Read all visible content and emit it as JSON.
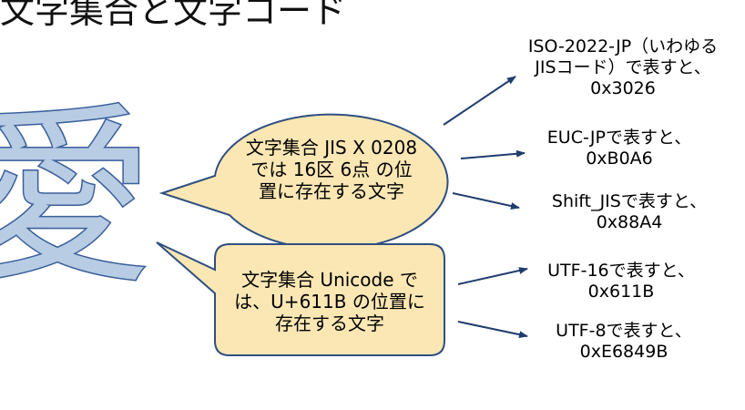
{
  "title": "文字集合と文字コード",
  "character": "愛",
  "colors": {
    "character_fill": "#b8cce4",
    "character_stroke": "#3a5f9a",
    "bubble_fill": "#fbe7b4",
    "bubble_stroke": "#2f4f7f",
    "arrow": "#1f3c6e"
  },
  "bubbles": [
    {
      "lines": [
        "文字集合 JIS X 0208",
        "では 16区 6点 の位",
        "置に存在する文字"
      ]
    },
    {
      "lines": [
        "文字集合 Unicode で",
        "は、U+611B の位置に",
        "存在する文字"
      ]
    }
  ],
  "encodings": [
    {
      "lines": [
        "ISO-2022-JP（いわゆる",
        "JISコード）で表すと、",
        "0x3026"
      ]
    },
    {
      "lines": [
        "EUC-JPで表すと、",
        "0xB0A6"
      ]
    },
    {
      "lines": [
        "Shift_JISで表すと、",
        "0x88A4"
      ]
    },
    {
      "lines": [
        "UTF-16で表すと、",
        "0x611B"
      ]
    },
    {
      "lines": [
        "UTF-8で表すと、",
        "0xE6849B"
      ]
    }
  ]
}
